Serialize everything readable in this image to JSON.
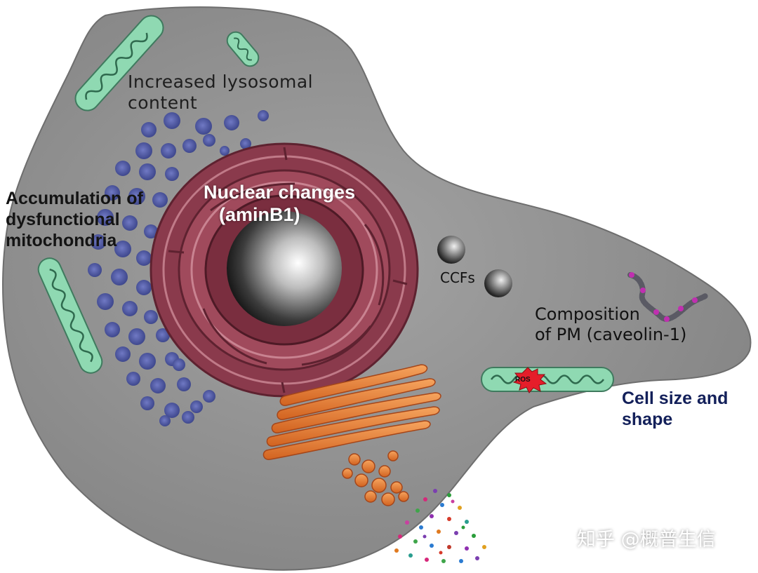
{
  "labels": {
    "lysosomal": [
      "Increased  lysosomal",
      "content"
    ],
    "mitochondria": [
      "Accumulation of",
      "dysfunctional",
      "mitochondria"
    ],
    "nuclear": [
      "Nuclear  changes",
      "(aminB1)"
    ],
    "ccfs": "CCFs",
    "membrane": [
      "Composition",
      "of PM (caveolin-1)"
    ],
    "cell_size": [
      "Cell size and",
      "shape"
    ],
    "ros": "ROS"
  },
  "watermark": "知乎 @概普生信",
  "colors": {
    "cytoplasm": "#8c8c8c",
    "lysosome": "#47519a",
    "nuclear_envelope": "#8a3a4c",
    "mitochondria": "#8fd9b2",
    "golgi": "#e8843c",
    "ros_burst": "#e51e2a",
    "caveolae": "#c02fb0",
    "cell_size_text": "#13205a"
  }
}
